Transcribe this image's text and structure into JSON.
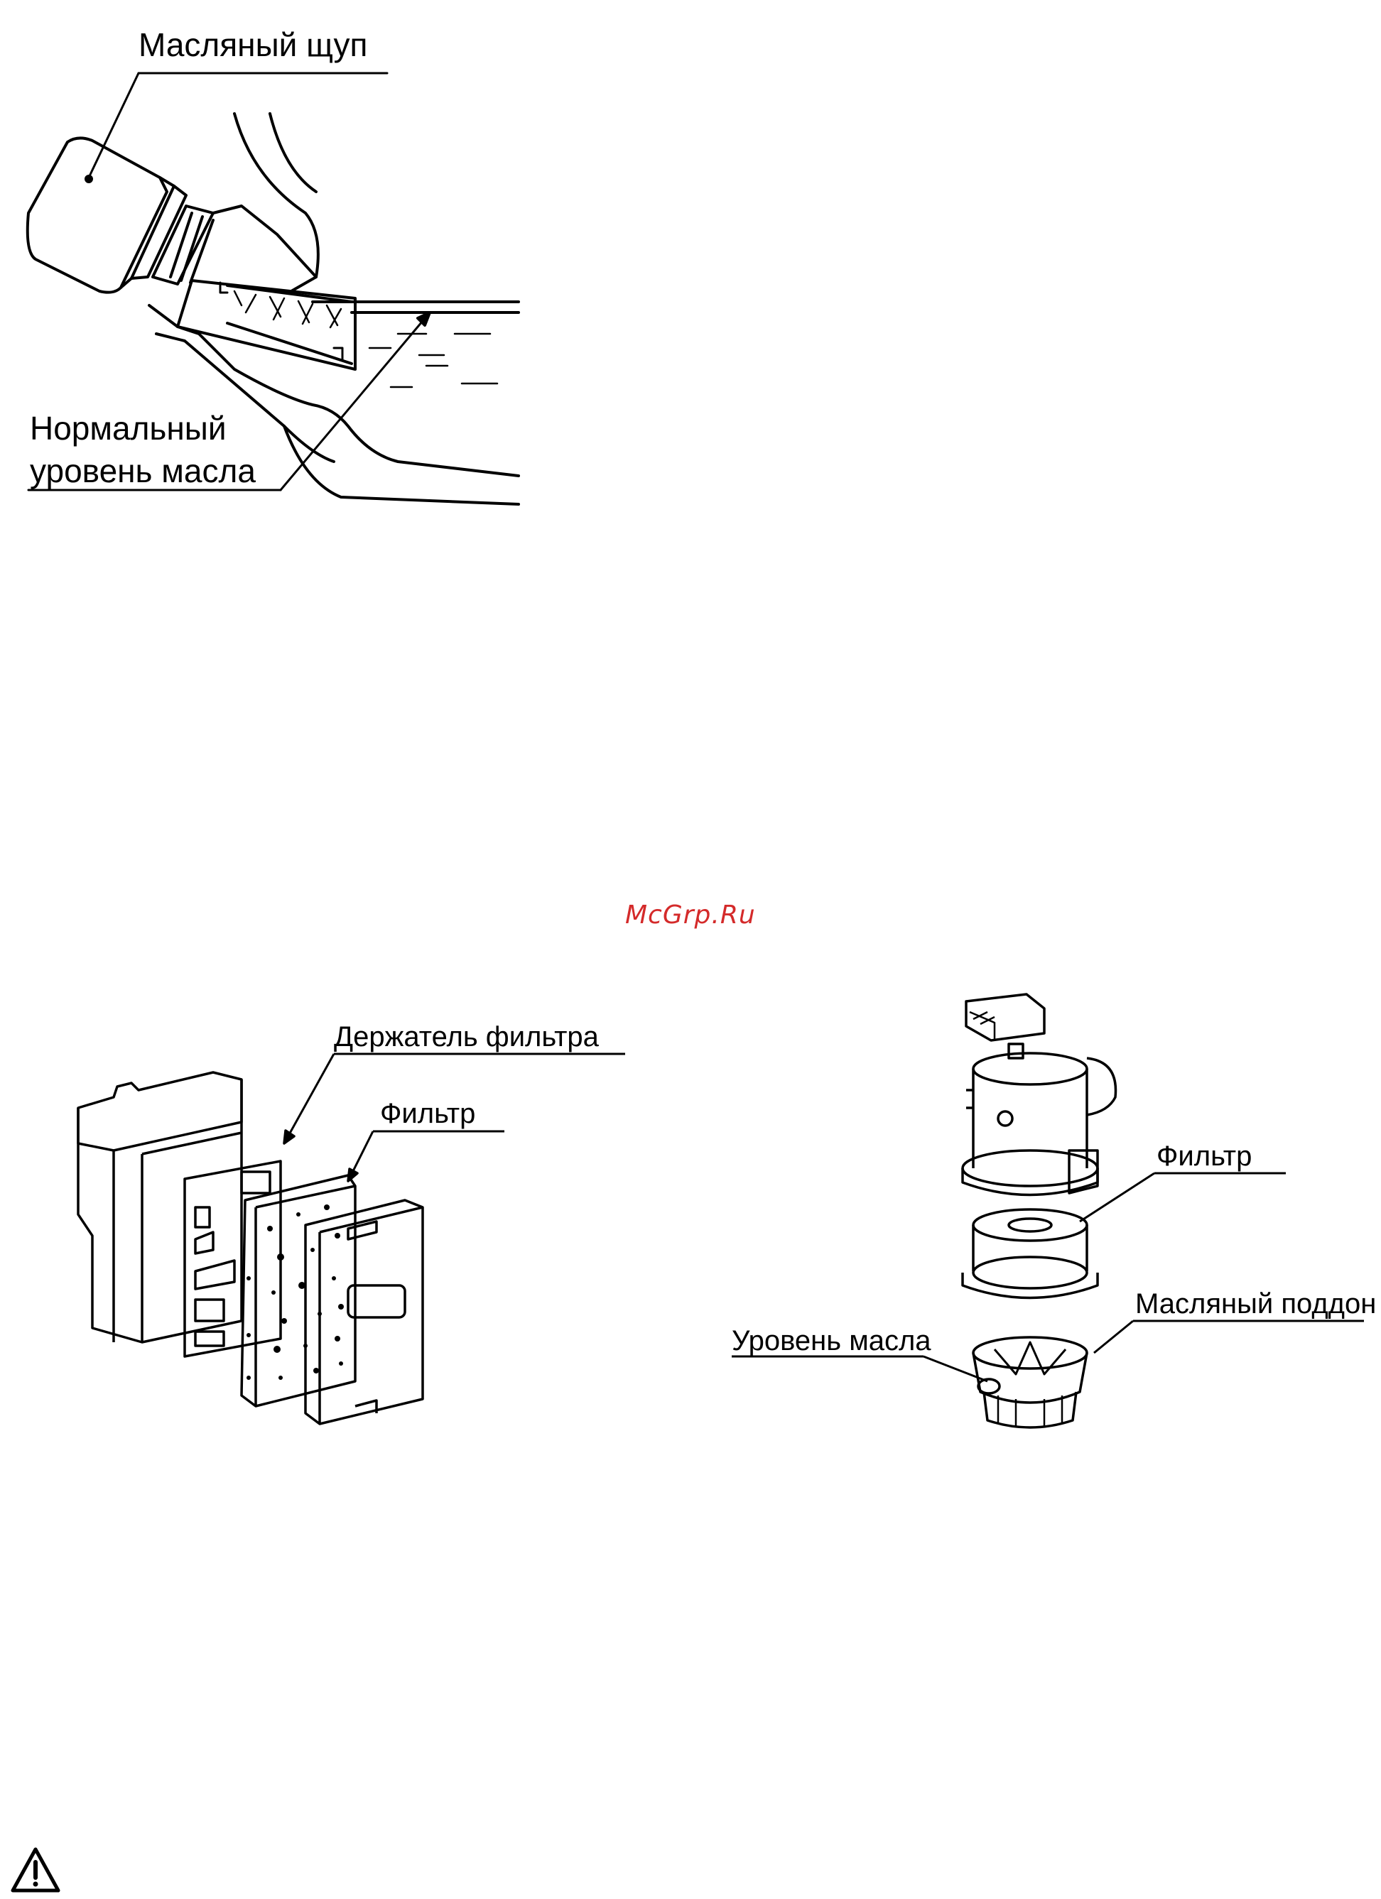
{
  "figure_dipstick": {
    "label_dipstick": "Масляный щуп",
    "label_level_line1": "Нормальный",
    "label_level_line2": "уровень масла"
  },
  "watermark": "McGrp.Ru",
  "figure_filter_box": {
    "label_holder": "Держатель фильтра",
    "label_filter": "Фильтр"
  },
  "figure_oil_bath": {
    "label_filter": "Фильтр",
    "label_pan": "Масляный поддон",
    "label_level": "Уровень масла"
  },
  "warning_icon": "warning-triangle-icon"
}
